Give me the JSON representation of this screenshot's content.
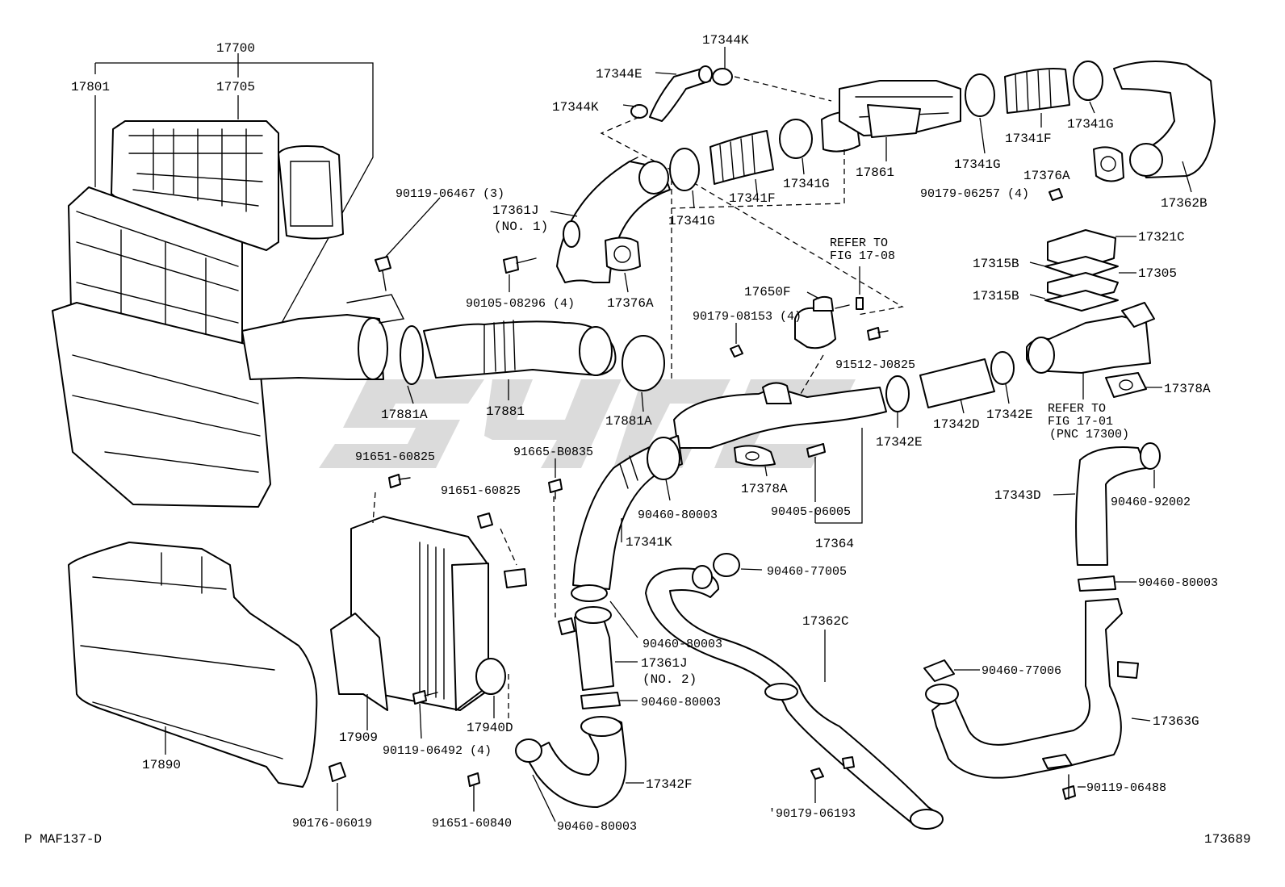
{
  "labels": {
    "p17700": "17700",
    "p17705": "17705",
    "p17801": "17801",
    "p17344K_top": "17344K",
    "p17344E": "17344E",
    "p17344K_left": "17344K",
    "p90119_06467": "90119-06467 (3)",
    "p17361J_no1": "17361J",
    "p17361J_no1_sub": "(NO. 1)",
    "p90105_08296": "90105-08296 (4)",
    "p17376A_mid": "17376A",
    "p17341G_a": "17341G",
    "p17341F_a": "17341F",
    "p17341G_b": "17341G",
    "p17861": "17861",
    "p17341G_c": "17341G",
    "p17341F_b": "17341F",
    "p17341G_d": "17341G",
    "p17376A_right": "17376A",
    "p17362B": "17362B",
    "p90179_06257": "90179-06257 (4)",
    "p17321C": "17321C",
    "p17315B_a": "17315B",
    "p17305": "17305",
    "p17315B_b": "17315B",
    "refer_1708_a": "REFER TO",
    "refer_1708_b": "FIG 17-08",
    "p17650F": "17650F",
    "p90179_08153": "90179-08153 (4)",
    "p91512_J0825": "91512-J0825",
    "p17881A_left": "17881A",
    "p17881": "17881",
    "p17881A_right": "17881A",
    "p17342E_a": "17342E",
    "p17342D": "17342D",
    "p17342E_b": "17342E",
    "p17378A_right": "17378A",
    "refer_1701_a": "REFER TO",
    "refer_1701_b": "FIG 17-01",
    "refer_1701_c": "(PNC 17300)",
    "p91651_60825_a": "91651-60825",
    "p91665_B0835": "91665-B0835",
    "p91651_60825_b": "91651-60825",
    "p90460_80003_a": "90460-80003",
    "p17378A_mid": "17378A",
    "p90405_06005": "90405-06005",
    "p17364": "17364",
    "p17343D": "17343D",
    "p90460_92002": "90460-92002",
    "p17341K": "17341K",
    "p90460_77005": "90460-77005",
    "p90460_80003_b": "90460-80003",
    "p17362C": "17362C",
    "p90460_80003_c": "90460-80003",
    "p17361J_no2": "17361J",
    "p17361J_no2_sub": "(NO. 2)",
    "p90460_80003_d": "90460-80003",
    "p90460_77006": "90460-77006",
    "p17363G": "17363G",
    "p17909": "17909",
    "p17940D": "17940D",
    "p90119_06492": "90119-06492 (4)",
    "p17890": "17890",
    "p17342F": "17342F",
    "p90119_06488": "90119-06488",
    "p90176_06019": "90176-06019",
    "p91651_60840": "91651-60840",
    "p90460_80003_e": "90460-80003",
    "p90179_06193": "'90179-06193",
    "footer_left": "P MAF137-D",
    "footer_right": "173689"
  }
}
